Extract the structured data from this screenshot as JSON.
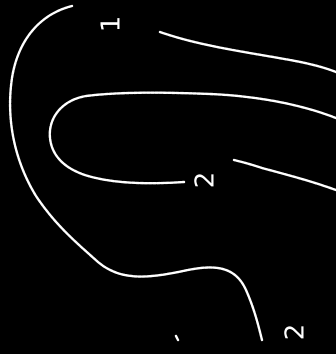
{
  "figure": {
    "background_color": "#000000",
    "line_color": "#ffffff",
    "contours": [
      {
        "id": "outer-curve",
        "level_label": "1"
      },
      {
        "id": "inner-loop",
        "level_label": "2"
      },
      {
        "id": "upper-right-band"
      },
      {
        "id": "lower-right-band"
      },
      {
        "id": "bottom-right-curve",
        "level_label": "2"
      }
    ],
    "labels": {
      "top": "1",
      "middle": "2",
      "bottom": "2"
    }
  }
}
